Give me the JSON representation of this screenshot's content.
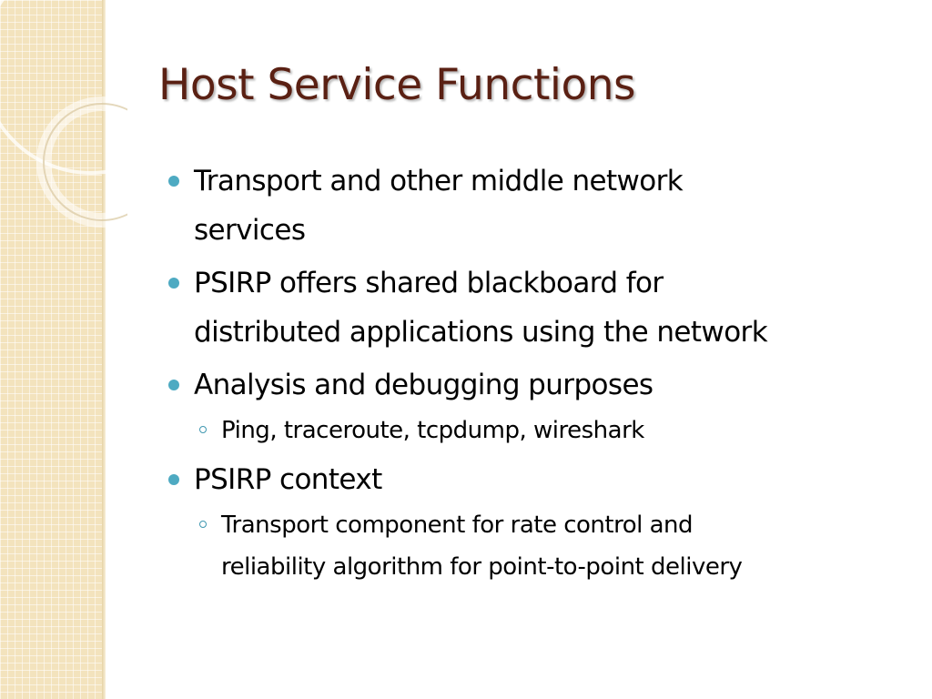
{
  "slide": {
    "title": "Host Service Functions",
    "colors": {
      "title": "#5a2013",
      "bullet": "#4eaac2",
      "sidebar": "#f3e3bd"
    },
    "bullets": [
      {
        "level": 1,
        "lines": [
          "Transport and other middle network",
          "services"
        ]
      },
      {
        "level": 1,
        "lines": [
          "PSIRP offers shared blackboard for",
          "distributed applications using the network"
        ]
      },
      {
        "level": 1,
        "lines": [
          "Analysis and debugging purposes"
        ]
      },
      {
        "level": 2,
        "lines": [
          "Ping, traceroute, tcpdump, wireshark"
        ]
      },
      {
        "level": 1,
        "lines": [
          "PSIRP context"
        ]
      },
      {
        "level": 2,
        "lines": [
          "Transport component for rate control and",
          "reliability algorithm for point-to-point delivery"
        ]
      }
    ]
  }
}
